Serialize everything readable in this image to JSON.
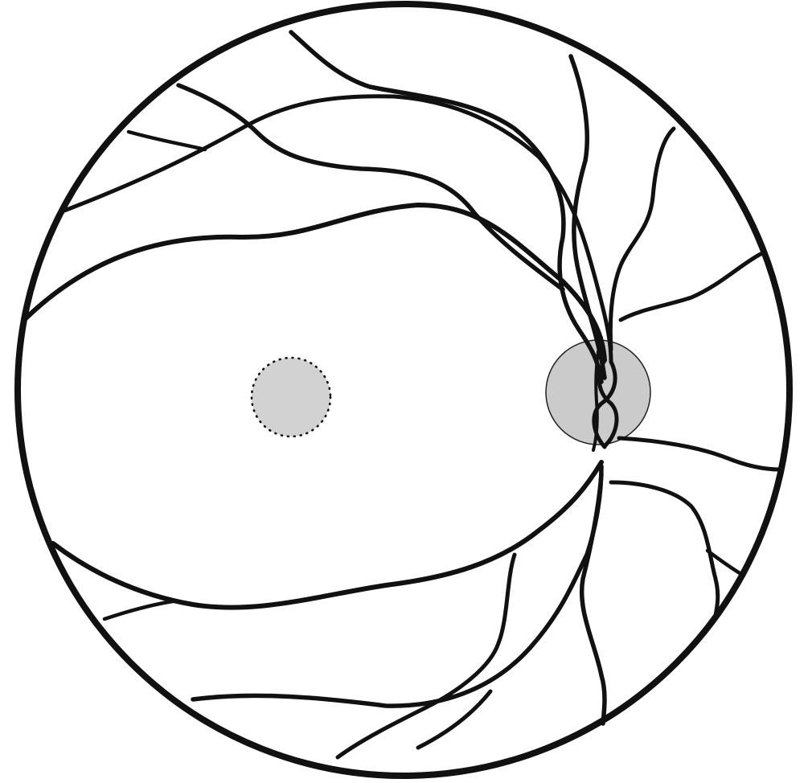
{
  "diagram": {
    "structures": [
      {
        "name": "retina-boundary",
        "shape": "circle"
      },
      {
        "name": "optic-disc",
        "shape": "circle",
        "fill": "shaded-grey"
      },
      {
        "name": "macula",
        "shape": "circle",
        "border": "dotted",
        "fill": "shaded-grey"
      },
      {
        "name": "blood-vessels",
        "shape": "branching-lines"
      }
    ],
    "colors": {
      "background": "#ffffff",
      "outline": "#111111",
      "vessel": "#111111",
      "shading": "#d2d2d2",
      "disc_shading": "#cbcbcb"
    }
  }
}
